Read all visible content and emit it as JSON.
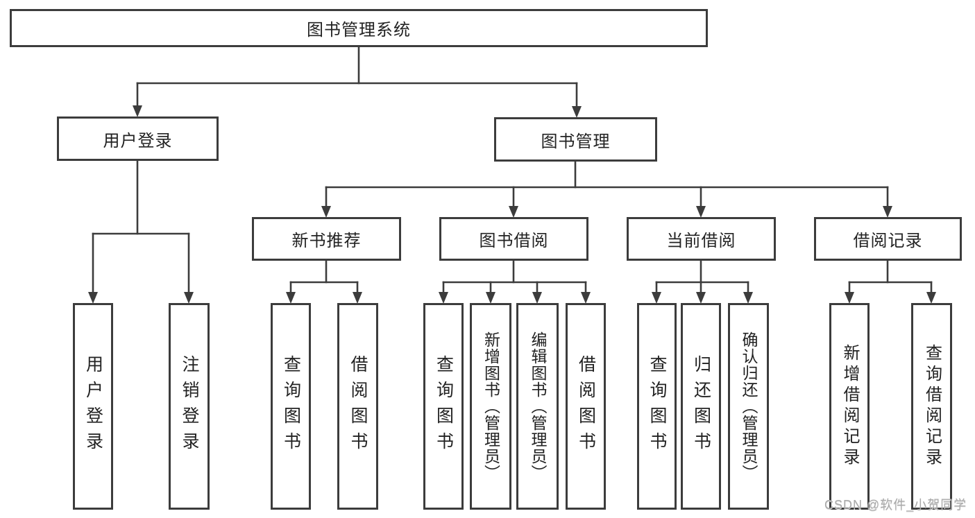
{
  "diagram_title": "图书管理系统",
  "nodes": {
    "root": "图书管理系统",
    "user_login": "用户登录",
    "book_mgmt": "图书管理",
    "new_book_rec": "新书推荐",
    "book_borrow": "图书借阅",
    "current_borrow": "当前借阅",
    "borrow_records": "借阅记录",
    "ul_login": "用户登录",
    "ul_logout": "注销登录",
    "nbr_query": "查询图书",
    "nbr_borrow": "借阅图书",
    "bb_query": "查询图书",
    "bb_add": "新增图书（管理员）",
    "bb_edit": "编辑图书（管理员）",
    "bb_borrow": "借阅图书",
    "cb_query": "查询图书",
    "cb_return": "归还图书",
    "cb_confirm": "确认归还（管理员）",
    "br_add": "新增借阅记录",
    "br_query": "查询借阅记录"
  },
  "watermark": "CSDN @软件_小贺同学",
  "colors": {
    "line": "#3c3c3c",
    "box_border": "#3c3c3c",
    "text": "#222222",
    "watermark": "#aaaaaa",
    "background": "#ffffff"
  }
}
